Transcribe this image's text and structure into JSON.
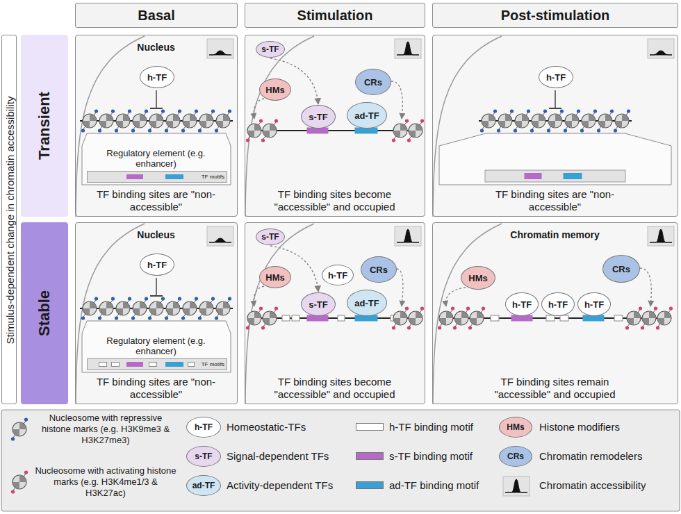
{
  "diagram": {
    "nodes": [
      {
        "text": [
          "Basal"
        ]
      },
      {
        "text": [
          "Stimulation"
        ]
      },
      {
        "text": [
          "Post-stimulation"
        ]
      },
      {
        "text": [
          "Stimulus-dependent change in chromatin accessibility"
        ]
      },
      {
        "text": [
          "Transient"
        ]
      },
      {
        "text": [
          "Nucleus",
          "Regulatory element (e.g. enhancer)",
          "TF binding sites are \"non-accessible\""
        ]
      },
      {
        "text": [
          "h-TF"
        ],
        "in": 5
      },
      {
        "text": [
          "TF motifs"
        ],
        "in": 5
      },
      {
        "text": [
          "TF binding sites become \"accessible\" and occupied"
        ]
      },
      {
        "text": [
          "s-TF"
        ],
        "in": 8
      },
      {
        "text": [
          "HMs"
        ],
        "in": 8
      },
      {
        "text": [
          "s-TF"
        ],
        "in": 8
      },
      {
        "text": [
          "CRs"
        ],
        "in": 8
      },
      {
        "text": [
          "ad-TF"
        ],
        "in": 8
      },
      {
        "text": [
          "TF binding sites are \"non-accessible\""
        ]
      },
      {
        "text": [
          "h-TF"
        ],
        "in": 14
      },
      {
        "text": [
          "Stable"
        ]
      },
      {
        "text": [
          "Nucleus",
          "Regulatory element (e.g. enhancer)",
          "TF binding sites are \"non-accessible\""
        ]
      },
      {
        "text": [
          "h-TF"
        ],
        "in": 17
      },
      {
        "text": [
          "TF motifs"
        ],
        "in": 17
      },
      {
        "text": [
          "TF binding sites become \"accessible\" and occupied"
        ]
      },
      {
        "text": [
          "s-TF"
        ],
        "in": 20
      },
      {
        "text": [
          "HMs"
        ],
        "in": 20
      },
      {
        "text": [
          "h-TF"
        ],
        "in": 20
      },
      {
        "text": [
          "s-TF"
        ],
        "in": 20
      },
      {
        "text": [
          "CRs"
        ],
        "in": 20
      },
      {
        "text": [
          "ad-TF"
        ],
        "in": 20
      },
      {
        "text": [
          "Chromatin memory",
          "TF binding sites remain \"accessible\" and occupied"
        ]
      },
      {
        "text": [
          "HMs"
        ],
        "in": 27
      },
      {
        "text": [
          "CRs"
        ],
        "in": 27
      },
      {
        "text": [
          "h-TF"
        ],
        "in": 27
      },
      {
        "text": [
          "h-TF"
        ],
        "in": 27
      },
      {
        "text": [
          "h-TF"
        ],
        "in": 27
      }
    ],
    "edges": [
      {
        "from": 9,
        "to": 11,
        "arrow": "to"
      },
      {
        "from": 21,
        "to": 24,
        "arrow": "to"
      }
    ],
    "labels": [
      "h-TF",
      "s-TF",
      "ad-TF",
      "HMs",
      "CRs"
    ],
    "legend": [
      {
        "text": "Nucleosome with repressive histone marks (e.g. H3K9me3 & H3K27me3)"
      },
      {
        "text": "Nucleosome with activating histone marks (e.g. H3K4me1/3 & H3K27ac)"
      },
      {
        "text": "Homeostatic-TFs",
        "color": "#ffffff"
      },
      {
        "text": "Signal-dependent TFs",
        "color": "#e8d8ef"
      },
      {
        "text": "Activity-dependent TFs",
        "color": "#cfe5f3"
      },
      {
        "text": "h-TF binding motif",
        "color": "#ffffff"
      },
      {
        "text": "s-TF binding motif",
        "color": "#b46ac6"
      },
      {
        "text": "ad-TF binding motif",
        "color": "#3a9fd3"
      },
      {
        "text": "Histone modifiers",
        "color": "#f1c1c1"
      },
      {
        "text": "Chromatin remodelers",
        "color": "#a9c2e6"
      },
      {
        "text": "Chromatin accessibility"
      }
    ]
  }
}
